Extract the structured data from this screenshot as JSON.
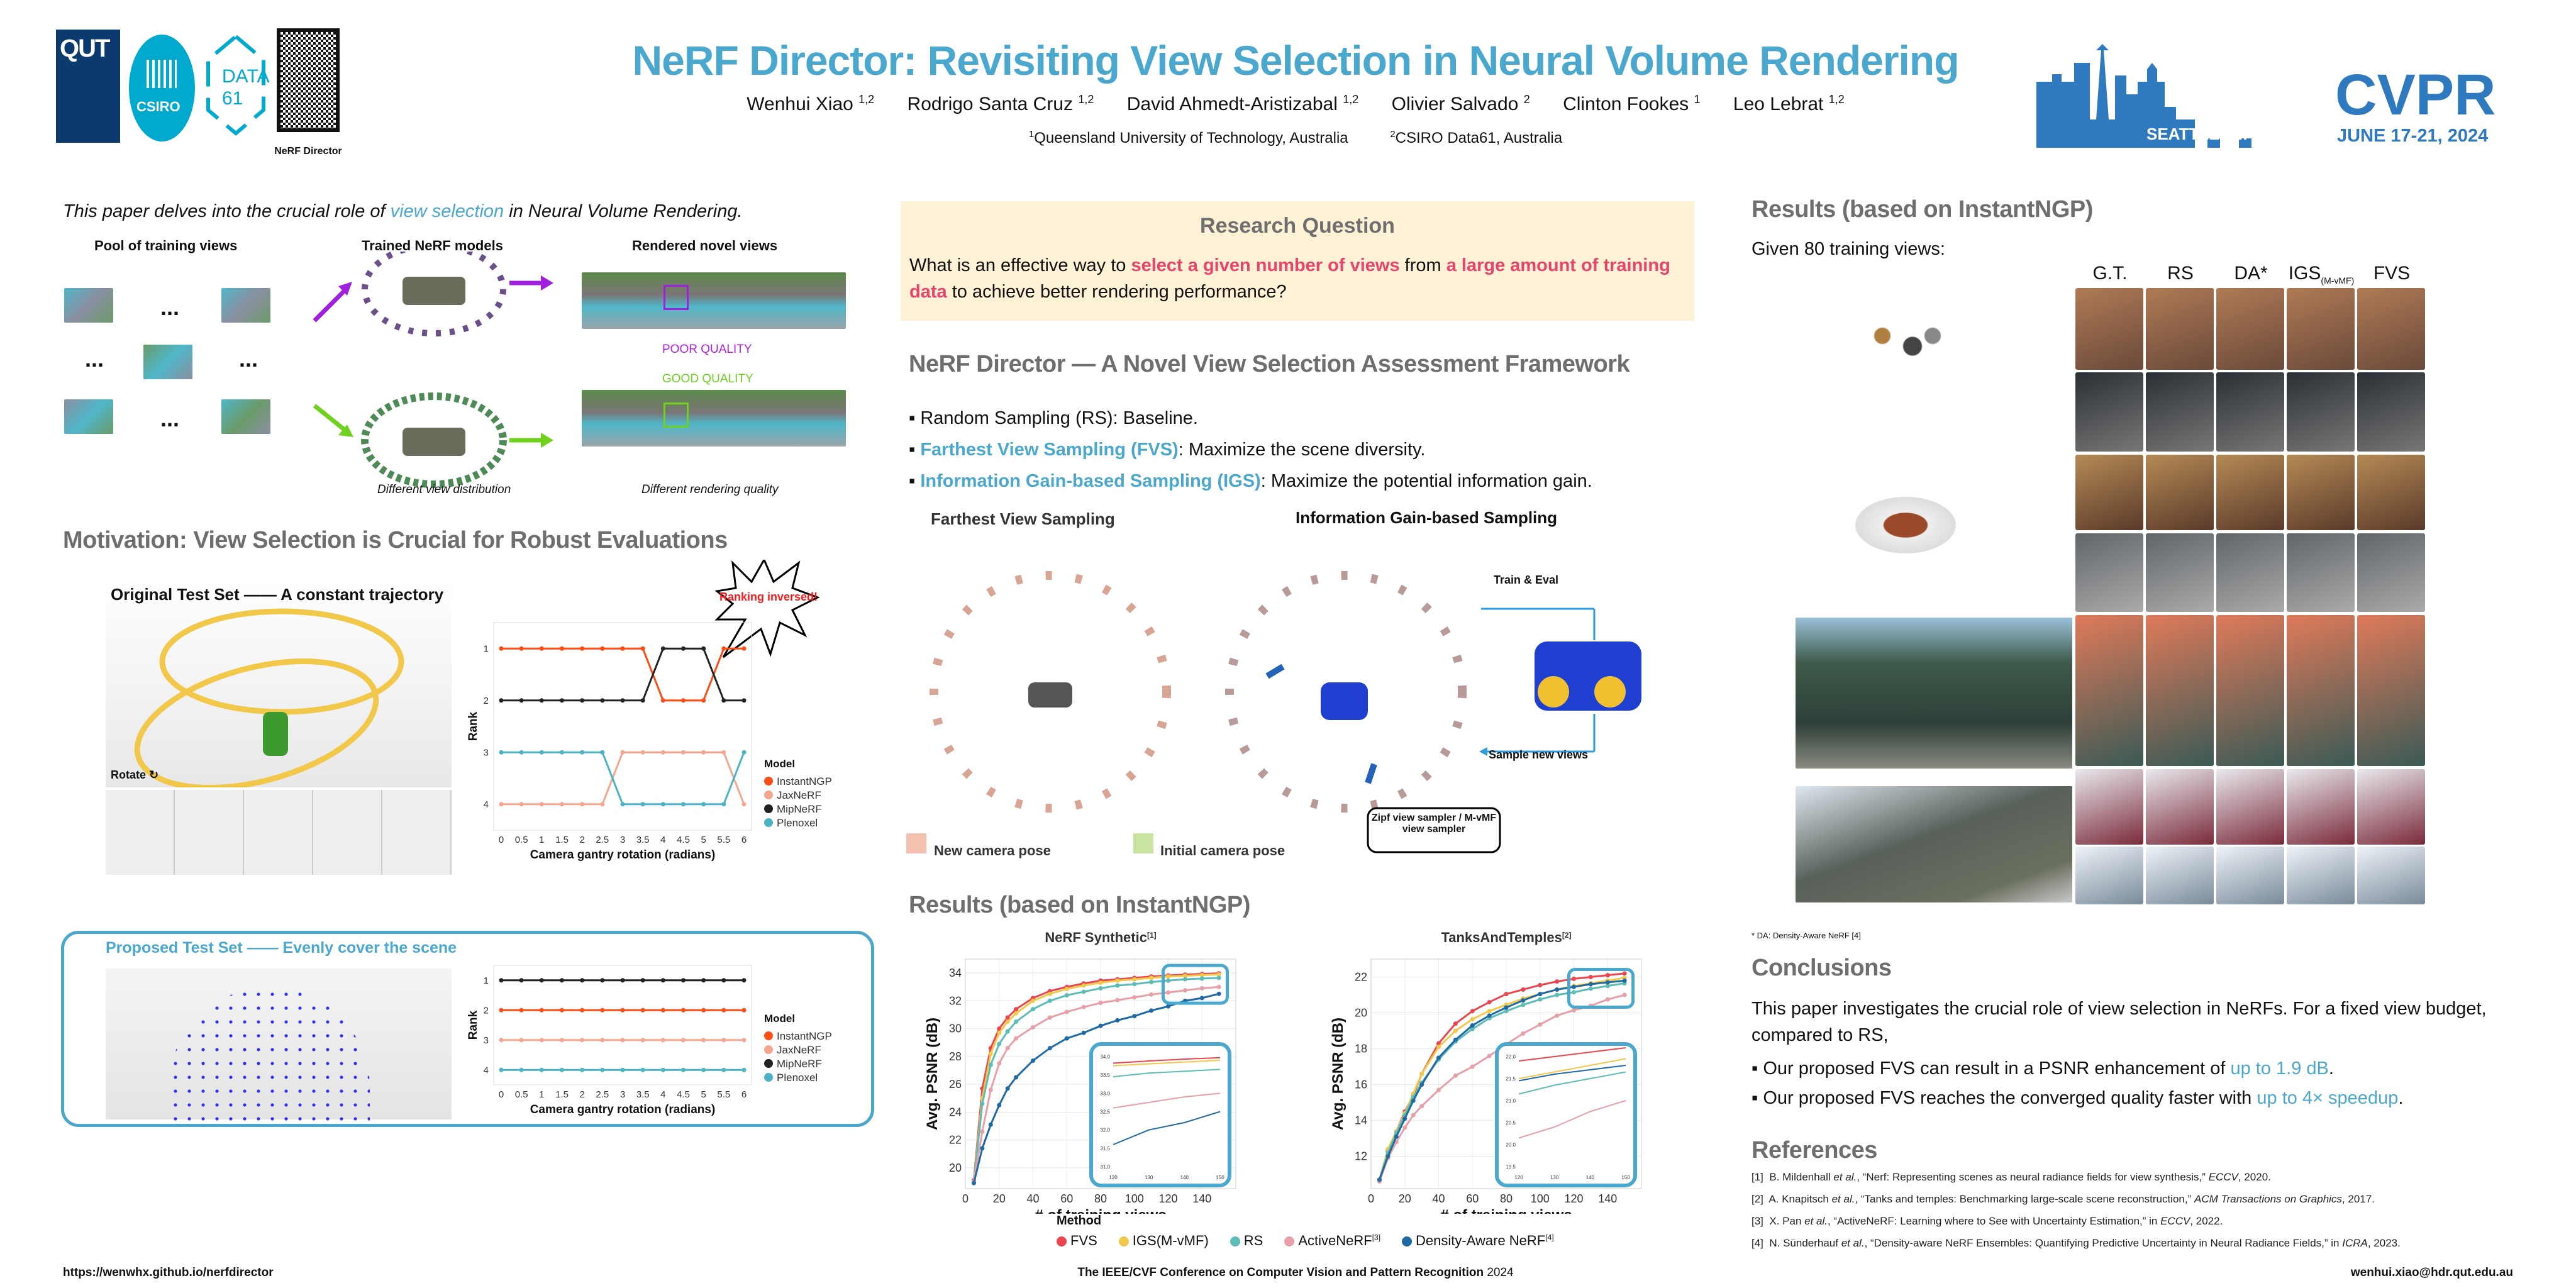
{
  "header": {
    "title": "NeRF Director: Revisiting View Selection in Neural Volume Rendering",
    "authors": [
      {
        "name": "Wenhui Xiao",
        "aff": "1,2"
      },
      {
        "name": "Rodrigo Santa Cruz",
        "aff": "1,2"
      },
      {
        "name": "David Ahmedt-Aristizabal",
        "aff": "1,2"
      },
      {
        "name": "Olivier Salvado",
        "aff": "2"
      },
      {
        "name": "Clinton Fookes",
        "aff": "1"
      },
      {
        "name": "Leo Lebrat",
        "aff": "1,2"
      }
    ],
    "affiliations": [
      {
        "num": "1",
        "name": "Queensland University of Technology, Australia"
      },
      {
        "num": "2",
        "name": "CSIRO Data61, Australia"
      }
    ],
    "logos": {
      "qut": "QUT",
      "csiro": "CSIRO",
      "data61_line1": "DATA",
      "data61_line2": "61",
      "qr_label": "NeRF Director"
    },
    "cvpr": {
      "name": "CVPR",
      "location": "SEATTLE, WA",
      "dates": "JUNE 17-21, 2024"
    },
    "colors": {
      "title": "#4aa8cf",
      "heading": "#6e6e6e",
      "highlight": "#e8436b",
      "qut": "#0b3a6e",
      "csiro": "#00a9ce",
      "cvpr": "#2f7abf"
    }
  },
  "intro": {
    "pre": "This paper delves into the crucial role of ",
    "highlight": "view selection",
    "post": " in Neural Volume Rendering.",
    "col1": "Pool of training views",
    "col2": "Trained NeRF models",
    "col3": "Rendered novel views",
    "ellipsis": "...",
    "poor": "POOR QUALITY",
    "good": "GOOD QUALITY",
    "caption1": "Different view distribution",
    "caption2": "Different rendering quality"
  },
  "motivation": {
    "heading": "Motivation: View Selection is Crucial for Robust Evaluations",
    "original_label": "Original Test Set —— A constant trajectory",
    "rotate_label": "Rotate",
    "burst": "Ranking inversed!",
    "proposed_label_a": "Proposed Test Set —— ",
    "proposed_label_b": "Evenly cover the scene"
  },
  "research_question": {
    "heading": "Research Question",
    "t1": "What is an effective way to ",
    "h1": "select a given number of views",
    "t2": " from ",
    "h2": "a large amount of training data",
    "t3": " to achieve better rendering performance?"
  },
  "framework": {
    "heading": "NeRF Director — A Novel View Selection Assessment Framework",
    "bullets": [
      {
        "name": "Random Sampling (RS)",
        "desc": ": Baseline.",
        "highlight": false
      },
      {
        "name": "Farthest View Sampling (FVS)",
        "desc": ": Maximize the scene diversity.",
        "highlight": true
      },
      {
        "name": "Information Gain-based Sampling (IGS)",
        "desc": ": Maximize the potential information gain.",
        "highlight": true
      }
    ],
    "fvs_title": "Farthest View Sampling",
    "igs_title": "Information Gain-based Sampling",
    "train_eval": "Train & Eval",
    "sample_new": "Sample new views",
    "sampler_callout": "Zipf view sampler / M-vMF view sampler",
    "legend_new": "New camera pose",
    "legend_initial": "Initial camera pose"
  },
  "results_mid": {
    "heading": "Results (based on InstantNGP)",
    "method_label": "Method"
  },
  "results_right": {
    "heading": "Results (based on InstantNGP)",
    "given": "Given 80 training views:",
    "columns": [
      "G.T.",
      "RS",
      "DA*",
      "IGS",
      "FVS"
    ],
    "igs_sub": "(M-vMF)",
    "footnote": "* DA: Density-Aware NeRF [4]"
  },
  "conclusions": {
    "heading": "Conclusions",
    "text": "This paper investigates the crucial role of view selection in NeRFs.  For a fixed view budget, compared to RS,",
    "b1_pre": "Our proposed FVS can result in a PSNR enhancement of ",
    "b1_hl": "up to 1.9 dB",
    "b2_pre": "Our proposed FVS reaches the converged quality faster with ",
    "b2_hl": "up to 4× speedup",
    "dot": "."
  },
  "references": {
    "heading": "References",
    "items": [
      {
        "num": "[1]",
        "authors": "B. Mildenhall ",
        "etal": "et al.",
        "title": ", “Nerf: Representing scenes as neural radiance fields for view synthesis,” ",
        "venue": "ECCV",
        "year": ", 2020."
      },
      {
        "num": "[2]",
        "authors": "A. Knapitsch ",
        "etal": "et al.",
        "title": ", “Tanks and temples: Benchmarking large-scale scene reconstruction,” ",
        "venue": "ACM Transactions on Graphics",
        "year": ", 2017."
      },
      {
        "num": "[3]",
        "authors": "X. Pan ",
        "etal": "et al.",
        "title": ", “ActiveNeRF: Learning where to See with Uncertainty Estimation,” in ",
        "venue": "ECCV",
        "year": ", 2022."
      },
      {
        "num": "[4]",
        "authors": "N. Sünderhauf ",
        "etal": "et al.",
        "title": ", “Density-aware NeRF Ensembles: Quantifying Predictive Uncertainty in Neural Radiance Fields,” in ",
        "venue": "ICRA",
        "year": ", 2023."
      }
    ]
  },
  "footer": {
    "url": "https://wenwhx.github.io/nerfdirector",
    "conference": "The IEEE/CVF Conference on Computer Vision and Pattern Recognition",
    "year": "2024",
    "email": "wenhui.xiao@hdr.qut.edu.au"
  },
  "chart_data": [
    {
      "id": "rank_original",
      "type": "line",
      "title": "",
      "xlabel": "Camera gantry rotation (radians)",
      "ylabel": "Rank",
      "x": [
        0,
        0.5,
        1,
        1.5,
        2,
        2.5,
        3,
        3.5,
        4,
        4.5,
        5,
        5.5,
        6
      ],
      "xticks": [
        "0",
        "0.5",
        "1",
        "1.5",
        "2",
        "2.5",
        "3",
        "3.5",
        "4",
        "4.5",
        "5",
        "5.5",
        "6"
      ],
      "yticks": [
        "1",
        "2",
        "3",
        "4"
      ],
      "ylim": [
        4.5,
        0.5
      ],
      "y_inverted": true,
      "legend_title": "Model",
      "legend": "right",
      "series": [
        {
          "name": "InstantNGP",
          "color": "#ff4b14",
          "values": [
            1,
            1,
            1,
            1,
            1,
            1,
            1,
            1,
            2,
            2,
            2,
            1,
            1
          ]
        },
        {
          "name": "JaxNeRF",
          "color": "#f6a58f",
          "values": [
            4,
            4,
            4,
            4,
            4,
            4,
            3,
            3,
            3,
            3,
            3,
            3,
            4
          ]
        },
        {
          "name": "MipNeRF",
          "color": "#222222",
          "values": [
            2,
            2,
            2,
            2,
            2,
            2,
            2,
            2,
            1,
            1,
            1,
            2,
            2
          ]
        },
        {
          "name": "Plenoxel",
          "color": "#4bb3c4",
          "values": [
            3,
            3,
            3,
            3,
            3,
            3,
            4,
            4,
            4,
            4,
            4,
            4,
            3
          ]
        }
      ]
    },
    {
      "id": "rank_proposed",
      "type": "line",
      "title": "",
      "xlabel": "Camera gantry rotation (radians)",
      "ylabel": "Rank",
      "x": [
        0,
        0.5,
        1,
        1.5,
        2,
        2.5,
        3,
        3.5,
        4,
        4.5,
        5,
        5.5,
        6
      ],
      "xticks": [
        "0",
        "0.5",
        "1",
        "1.5",
        "2",
        "2.5",
        "3",
        "3.5",
        "4",
        "4.5",
        "5",
        "5.5",
        "6"
      ],
      "yticks": [
        "1",
        "2",
        "3",
        "4"
      ],
      "ylim": [
        4.5,
        0.5
      ],
      "y_inverted": true,
      "legend_title": "Model",
      "legend": "right",
      "series": [
        {
          "name": "InstantNGP",
          "color": "#ff4b14",
          "values": [
            2,
            2,
            2,
            2,
            2,
            2,
            2,
            2,
            2,
            2,
            2,
            2,
            2
          ]
        },
        {
          "name": "JaxNeRF",
          "color": "#f6a58f",
          "values": [
            3,
            3,
            3,
            3,
            3,
            3,
            3,
            3,
            3,
            3,
            3,
            3,
            3
          ]
        },
        {
          "name": "MipNeRF",
          "color": "#222222",
          "values": [
            1,
            1,
            1,
            1,
            1,
            1,
            1,
            1,
            1,
            1,
            1,
            1,
            1
          ]
        },
        {
          "name": "Plenoxel",
          "color": "#4bb3c4",
          "values": [
            4,
            4,
            4,
            4,
            4,
            4,
            4,
            4,
            4,
            4,
            4,
            4,
            4
          ]
        }
      ]
    },
    {
      "id": "psnr_nerf_synthetic",
      "type": "line",
      "title": "NeRF Synthetic",
      "title_ref": "[1]",
      "xlabel": "# of training views",
      "ylabel": "Avg. PSNR (dB)",
      "xlim": [
        0,
        160
      ],
      "ylim": [
        18.5,
        35
      ],
      "xticks": [
        "0",
        "20",
        "40",
        "60",
        "80",
        "100",
        "120",
        "140"
      ],
      "yticks": [
        "20",
        "22",
        "24",
        "26",
        "28",
        "30",
        "32",
        "34"
      ],
      "x": [
        5,
        10,
        15,
        20,
        25,
        30,
        40,
        50,
        60,
        70,
        80,
        90,
        100,
        110,
        120,
        130,
        140,
        150
      ],
      "legend": "bottom",
      "series": [
        {
          "name": "FVS",
          "color": "#e9464f",
          "values": [
            19.1,
            25.7,
            28.6,
            30.0,
            30.8,
            31.4,
            32.2,
            32.7,
            33.0,
            33.25,
            33.45,
            33.55,
            33.65,
            33.75,
            33.82,
            33.88,
            33.93,
            33.97
          ]
        },
        {
          "name": "IGS(M-vMF)",
          "color": "#f2c84b",
          "values": [
            19.0,
            25.0,
            28.2,
            29.7,
            30.5,
            31.1,
            32.0,
            32.5,
            32.85,
            33.1,
            33.3,
            33.45,
            33.55,
            33.65,
            33.75,
            33.8,
            33.85,
            33.9
          ]
        },
        {
          "name": "RS",
          "color": "#5cbcb6",
          "values": [
            18.9,
            24.6,
            27.4,
            28.9,
            29.8,
            30.5,
            31.4,
            32.0,
            32.4,
            32.65,
            32.9,
            33.1,
            33.2,
            33.35,
            33.45,
            33.55,
            33.6,
            33.65
          ]
        },
        {
          "name": "ActiveNeRF",
          "ref": "[3]",
          "color": "#e8a0a8",
          "values": [
            19.0,
            22.6,
            25.6,
            27.5,
            28.6,
            29.3,
            30.1,
            30.8,
            31.2,
            31.55,
            31.85,
            32.05,
            32.25,
            32.45,
            32.6,
            32.75,
            32.9,
            33.0
          ]
        },
        {
          "name": "Density-Aware NeRF",
          "ref": "[4]",
          "color": "#1f6aa5",
          "values": [
            18.9,
            21.4,
            23.1,
            24.5,
            25.7,
            26.5,
            27.7,
            28.6,
            29.3,
            29.7,
            30.2,
            30.6,
            30.9,
            31.3,
            31.6,
            32.0,
            32.2,
            32.5
          ]
        }
      ],
      "inset": {
        "xlim": [
          120,
          150
        ],
        "ylim": [
          31.0,
          34.0
        ],
        "xticks": [
          "120",
          "130",
          "140",
          "150"
        ],
        "yticks": [
          "31.0",
          "31.5",
          "32.0",
          "32.5",
          "33.0",
          "33.5",
          "34.0"
        ]
      }
    },
    {
      "id": "psnr_tanks_temples",
      "type": "line",
      "title": "TanksAndTemples",
      "title_ref": "[2]",
      "xlabel": "# of training views",
      "ylabel": "Avg. PSNR (dB)",
      "xlim": [
        0,
        160
      ],
      "ylim": [
        10.2,
        23
      ],
      "xticks": [
        "0",
        "20",
        "40",
        "60",
        "80",
        "100",
        "120",
        "140"
      ],
      "yticks": [
        "12",
        "14",
        "16",
        "18",
        "20",
        "22"
      ],
      "x": [
        5,
        10,
        15,
        20,
        25,
        30,
        40,
        50,
        60,
        70,
        80,
        90,
        100,
        110,
        120,
        130,
        140,
        150
      ],
      "legend": "bottom",
      "series": [
        {
          "name": "FVS",
          "color": "#e9464f",
          "values": [
            10.7,
            12.3,
            13.4,
            14.5,
            15.4,
            16.6,
            18.3,
            19.4,
            20.1,
            20.6,
            21.05,
            21.3,
            21.55,
            21.75,
            21.9,
            22.0,
            22.1,
            22.2
          ]
        },
        {
          "name": "IGS(M-vMF)",
          "color": "#f2c84b",
          "values": [
            10.7,
            12.4,
            13.4,
            14.4,
            15.5,
            16.6,
            18.1,
            19.0,
            19.65,
            20.1,
            20.45,
            20.8,
            21.05,
            21.3,
            21.5,
            21.65,
            21.8,
            21.95
          ]
        },
        {
          "name": "RS",
          "color": "#5cbcb6",
          "values": [
            10.7,
            12.2,
            13.3,
            14.3,
            15.3,
            16.1,
            17.4,
            18.4,
            19.1,
            19.7,
            20.1,
            20.45,
            20.75,
            21.0,
            21.15,
            21.35,
            21.5,
            21.65
          ]
        },
        {
          "name": "ActiveNeRF",
          "ref": "[3]",
          "color": "#e8a0a8",
          "values": [
            10.6,
            11.9,
            12.8,
            13.6,
            14.3,
            14.8,
            15.7,
            16.5,
            17.0,
            17.6,
            18.25,
            18.85,
            19.35,
            19.85,
            20.15,
            20.4,
            20.75,
            21.0
          ]
        },
        {
          "name": "Density-Aware NeRF",
          "ref": "[4]",
          "color": "#1f6aa5",
          "values": [
            10.7,
            12.0,
            13.1,
            14.1,
            15.1,
            16.0,
            17.5,
            18.5,
            19.3,
            19.85,
            20.3,
            20.7,
            21.05,
            21.3,
            21.45,
            21.6,
            21.7,
            21.8
          ]
        }
      ],
      "inset": {
        "xlim": [
          120,
          150
        ],
        "ylim": [
          19.5,
          22.0
        ],
        "xticks": [
          "120",
          "130",
          "140",
          "150"
        ],
        "yticks": [
          "19.5",
          "20.0",
          "20.5",
          "21.0",
          "21.5",
          "22.0"
        ]
      }
    }
  ]
}
